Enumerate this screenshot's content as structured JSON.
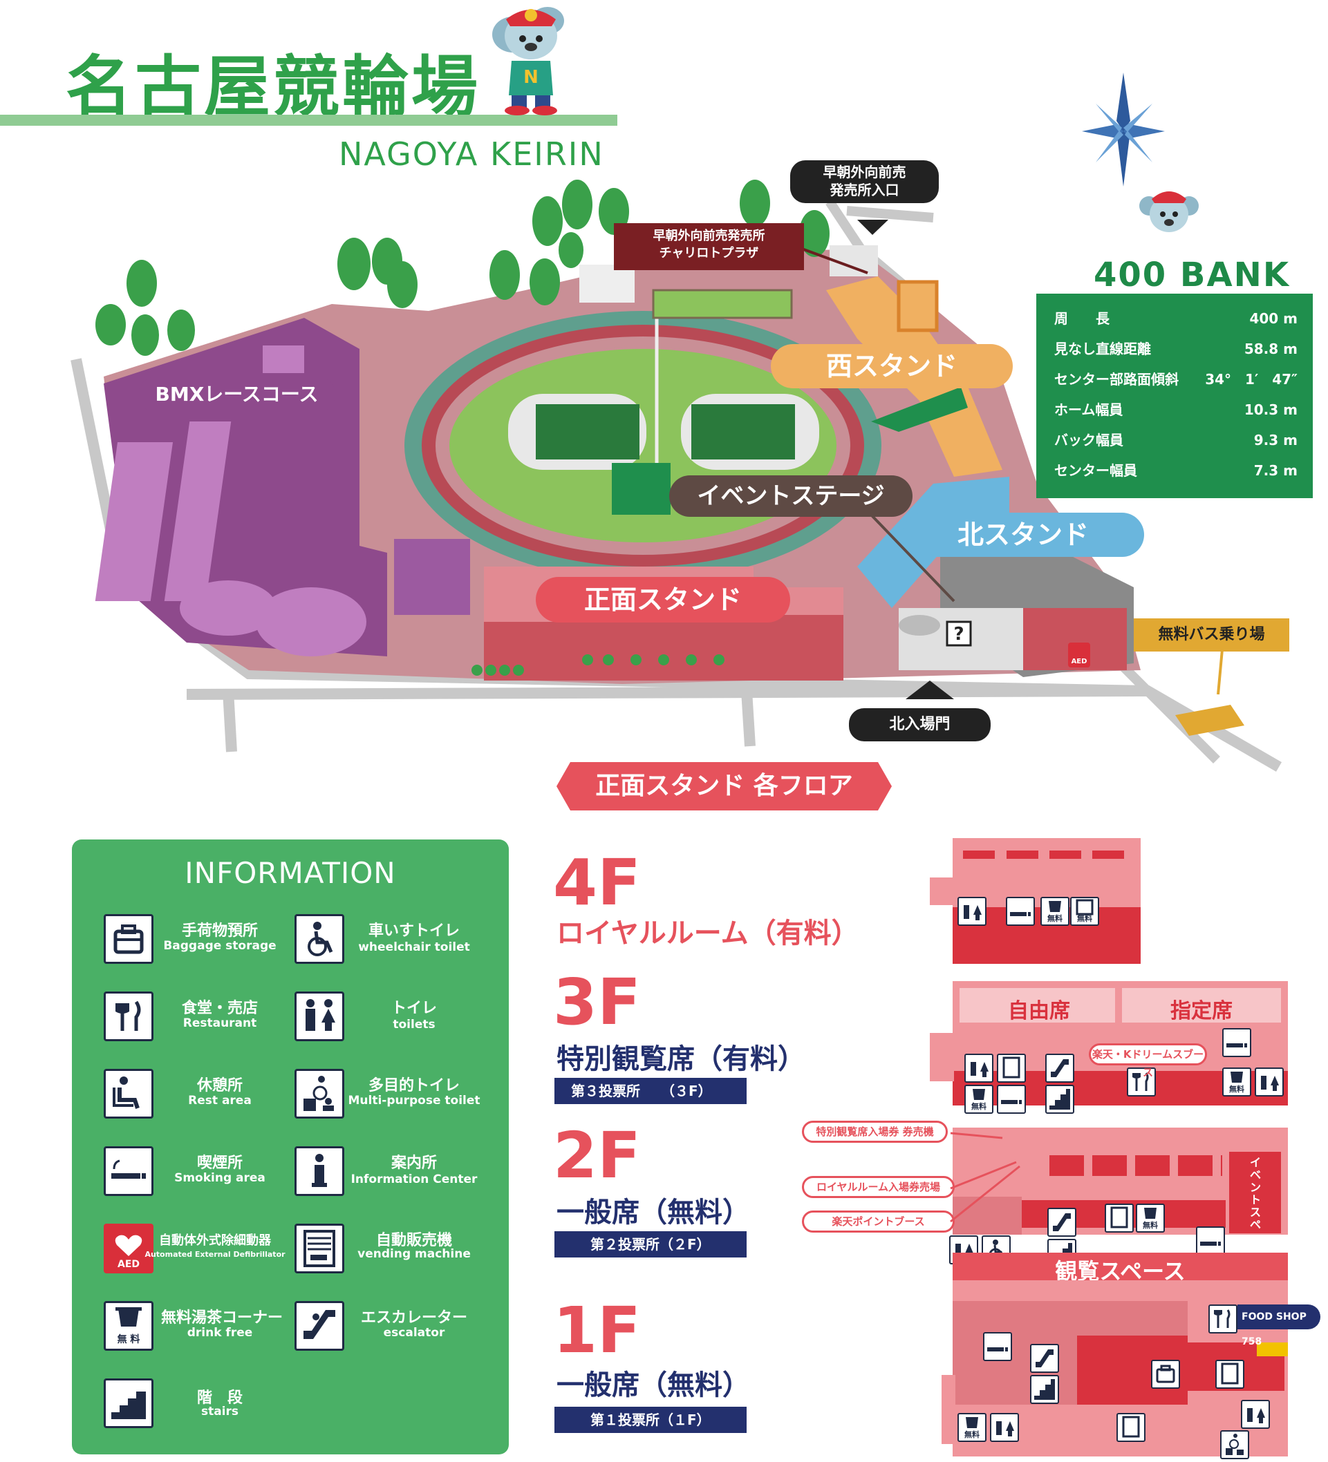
{
  "header": {
    "title": "名古屋競輪場",
    "subtitle": "NAGOYA KEIRIN"
  },
  "map": {
    "labels": {
      "bmx": "BMXレースコース",
      "west_stand": "西スタンド",
      "north_stand": "北スタンド",
      "main_stand": "正面スタンド",
      "event_stage": "イベントステージ",
      "plaza": "早朝外向前売発売所\nチャリロトプラザ",
      "early_entrance": "早朝外向前売\n発売所入口",
      "north_gate": "北入場門",
      "free_bus": "無料バス乗り場",
      "aed": "AED"
    },
    "colors": {
      "ground": "#c98f96",
      "bmx": "#8e4a8c",
      "track_outer": "#b84a55",
      "infield": "#8cc35c",
      "west_stand": "#f0b061",
      "north_stand": "#6ab6dd",
      "main_stand": "#e6525c",
      "event_stage": "#5e4a44"
    }
  },
  "bank": {
    "title": "400 BANK",
    "rows": [
      {
        "label": "周　　長",
        "value": "400 m"
      },
      {
        "label": "見なし直線距離",
        "value": "58.8 m"
      },
      {
        "label": "センター部路面傾斜",
        "value": "34°　1′　47″"
      },
      {
        "label": "ホーム幅員",
        "value": "10.3 m"
      },
      {
        "label": "バック幅員",
        "value": "9.3 m"
      },
      {
        "label": "センター幅員",
        "value": "7.3 m"
      }
    ]
  },
  "floors_banner": "正面スタンド 各フロア",
  "information": {
    "title": "INFORMATION",
    "items": [
      {
        "icon": "baggage-icon",
        "jp": "手荷物預所",
        "en": "Baggage storage"
      },
      {
        "icon": "wheelchair-icon",
        "jp": "車いすトイレ",
        "en": "wheelchair toilet"
      },
      {
        "icon": "restaurant-icon",
        "jp": "食堂・売店",
        "en": "Restaurant"
      },
      {
        "icon": "toilet-icon",
        "jp": "トイレ",
        "en": "toilets"
      },
      {
        "icon": "rest-area-icon",
        "jp": "休憩所",
        "en": "Rest area"
      },
      {
        "icon": "multipurpose-toilet-icon",
        "jp": "多目的トイレ",
        "en": "Multi-purpose toilet"
      },
      {
        "icon": "smoking-icon",
        "jp": "喫煙所",
        "en": "Smoking area"
      },
      {
        "icon": "info-icon",
        "jp": "案内所",
        "en": "Information Center"
      },
      {
        "icon": "aed-icon",
        "jp": "自動体外式除細動器",
        "en": "Automated External Defibrillator",
        "icon_text": "AED"
      },
      {
        "icon": "vending-machine-icon",
        "jp": "自動販売機",
        "en": "vending machine"
      },
      {
        "icon": "drink-free-icon",
        "jp": "無料湯茶コーナー",
        "en": "drink free",
        "icon_text": "無 料"
      },
      {
        "icon": "escalator-icon",
        "jp": "エスカレーター",
        "en": "escalator"
      },
      {
        "icon": "stairs-icon",
        "jp": "階　段",
        "en": "stairs"
      }
    ]
  },
  "floors": [
    {
      "num": "4F",
      "name": "ロイヤルルーム（有料）",
      "name_color": "#e6525c",
      "bar": ""
    },
    {
      "num": "3F",
      "name": "特別観覧席（有料）",
      "name_color": "#23306e",
      "bar": "第３投票所　　（３F）",
      "labels": {
        "free": "自由席",
        "reserved": "指定席",
        "booth": "楽天・Kドリームスブース"
      }
    },
    {
      "num": "2F",
      "name": "一般席（無料）",
      "name_color": "#23306e",
      "bar": "第２投票所（２F）",
      "labels": {
        "ticket": "特別観覧席入場券 券売機",
        "royal": "ロイヤルルーム入場券売場",
        "point": "楽天ポイントブース",
        "event": "イベントスペース"
      }
    },
    {
      "num": "1F",
      "name": "一般席（無料）",
      "name_color": "#23306e",
      "bar": "第１投票所（１F）",
      "labels": {
        "viewing": "観覧スペース",
        "food": "FOOD SHOP 758"
      }
    }
  ],
  "small_icon_text": {
    "free": "無料"
  }
}
